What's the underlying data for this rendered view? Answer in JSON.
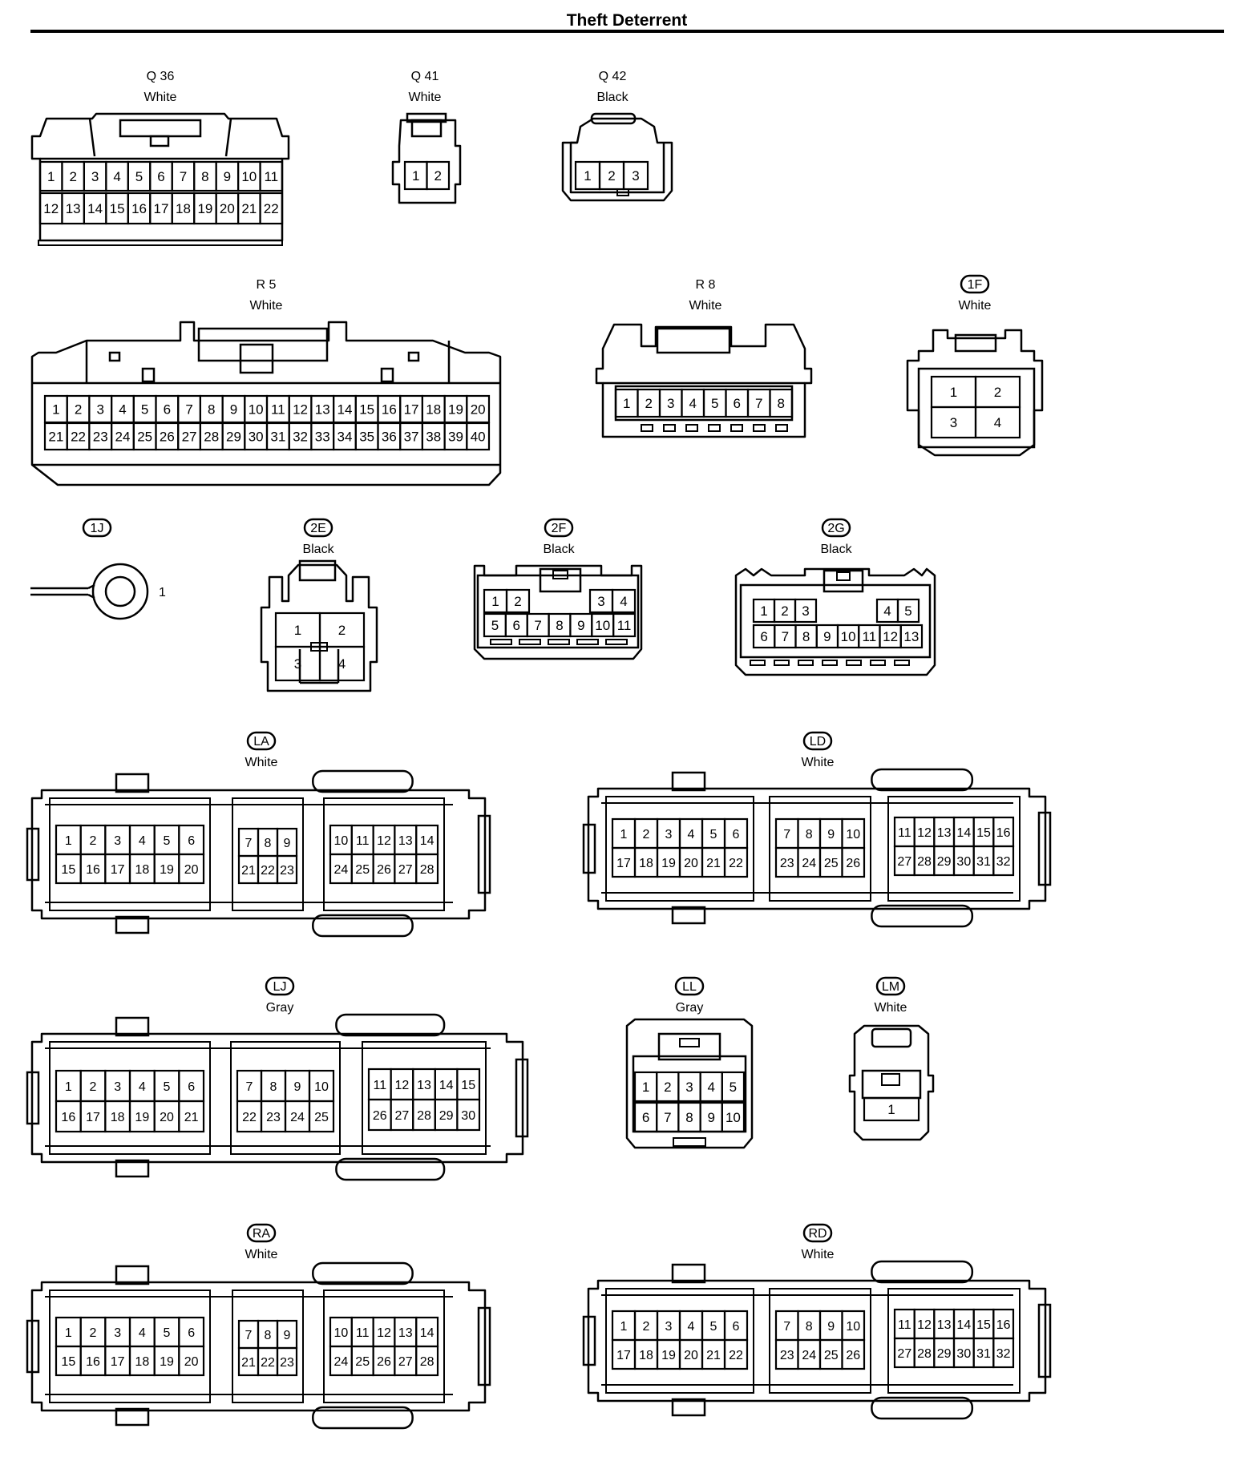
{
  "page": {
    "title": "Theft Deterrent"
  },
  "connectors": [
    {
      "id": "Q36",
      "code": "Q 36",
      "badge": false,
      "color": "White",
      "rows": [
        [
          "1",
          "2",
          "3",
          "4",
          "5",
          "6",
          "7",
          "8",
          "9",
          "10",
          "11"
        ],
        [
          "12",
          "13",
          "14",
          "15",
          "16",
          "17",
          "18",
          "19",
          "20",
          "21",
          "22"
        ]
      ]
    },
    {
      "id": "Q41",
      "code": "Q 41",
      "badge": false,
      "color": "White",
      "rows": [
        [
          "1",
          "2"
        ]
      ]
    },
    {
      "id": "Q42",
      "code": "Q 42",
      "badge": false,
      "color": "Black",
      "rows": [
        [
          "1",
          "2",
          "3"
        ]
      ]
    },
    {
      "id": "R5",
      "code": "R 5",
      "badge": false,
      "color": "White",
      "rows": [
        [
          "1",
          "2",
          "3",
          "4",
          "5",
          "6",
          "7",
          "8",
          "9",
          "10",
          "11",
          "12",
          "13",
          "14",
          "15",
          "16",
          "17",
          "18",
          "19",
          "20"
        ],
        [
          "21",
          "22",
          "23",
          "24",
          "25",
          "26",
          "27",
          "28",
          "29",
          "30",
          "31",
          "32",
          "33",
          "34",
          "35",
          "36",
          "37",
          "38",
          "39",
          "40"
        ]
      ]
    },
    {
      "id": "R8",
      "code": "R 8",
      "badge": false,
      "color": "White",
      "rows": [
        [
          "1",
          "2",
          "3",
          "4",
          "5",
          "6",
          "7",
          "8"
        ]
      ]
    },
    {
      "id": "1F",
      "code": "1F",
      "badge": true,
      "color": "White",
      "rows": [
        [
          "1",
          "2"
        ],
        [
          "3",
          "4"
        ]
      ]
    },
    {
      "id": "1J",
      "code": "1J",
      "badge": true,
      "color": "",
      "rows": [
        [
          "1"
        ]
      ]
    },
    {
      "id": "2E",
      "code": "2E",
      "badge": true,
      "color": "Black",
      "rows": [
        [
          "1",
          "2"
        ],
        [
          "3",
          "4"
        ]
      ]
    },
    {
      "id": "2F",
      "code": "2F",
      "badge": true,
      "color": "Black",
      "rows": [
        [
          "1",
          "2",
          "3",
          "4"
        ],
        [
          "5",
          "6",
          "7",
          "8",
          "9",
          "10",
          "11"
        ]
      ]
    },
    {
      "id": "2G",
      "code": "2G",
      "badge": true,
      "color": "Black",
      "rows": [
        [
          "1",
          "2",
          "3",
          "4",
          "5"
        ],
        [
          "6",
          "7",
          "8",
          "9",
          "10",
          "11",
          "12",
          "13"
        ]
      ]
    },
    {
      "id": "LA",
      "code": "LA",
      "badge": true,
      "color": "White",
      "blocks": [
        {
          "rows": [
            [
              "1",
              "2",
              "3",
              "4",
              "5",
              "6"
            ],
            [
              "15",
              "16",
              "17",
              "18",
              "19",
              "20"
            ]
          ]
        },
        {
          "rows": [
            [
              "7",
              "8",
              "9"
            ],
            [
              "21",
              "22",
              "23"
            ]
          ]
        },
        {
          "rows": [
            [
              "10",
              "11",
              "12",
              "13",
              "14"
            ],
            [
              "24",
              "25",
              "26",
              "27",
              "28"
            ]
          ]
        }
      ]
    },
    {
      "id": "LD",
      "code": "LD",
      "badge": true,
      "color": "White",
      "blocks": [
        {
          "rows": [
            [
              "1",
              "2",
              "3",
              "4",
              "5",
              "6"
            ],
            [
              "17",
              "18",
              "19",
              "20",
              "21",
              "22"
            ]
          ]
        },
        {
          "rows": [
            [
              "7",
              "8",
              "9",
              "10"
            ],
            [
              "23",
              "24",
              "25",
              "26"
            ]
          ]
        },
        {
          "rows": [
            [
              "11",
              "12",
              "13",
              "14",
              "15",
              "16"
            ],
            [
              "27",
              "28",
              "29",
              "30",
              "31",
              "32"
            ]
          ]
        }
      ]
    },
    {
      "id": "LJ",
      "code": "LJ",
      "badge": true,
      "color": "Gray",
      "blocks": [
        {
          "rows": [
            [
              "1",
              "2",
              "3",
              "4",
              "5",
              "6"
            ],
            [
              "16",
              "17",
              "18",
              "19",
              "20",
              "21"
            ]
          ]
        },
        {
          "rows": [
            [
              "7",
              "8",
              "9",
              "10"
            ],
            [
              "22",
              "23",
              "24",
              "25"
            ]
          ]
        },
        {
          "rows": [
            [
              "11",
              "12",
              "13",
              "14",
              "15"
            ],
            [
              "26",
              "27",
              "28",
              "29",
              "30"
            ]
          ]
        }
      ]
    },
    {
      "id": "LL",
      "code": "LL",
      "badge": true,
      "color": "Gray",
      "rows": [
        [
          "1",
          "2",
          "3",
          "4",
          "5"
        ],
        [
          "6",
          "7",
          "8",
          "9",
          "10"
        ]
      ]
    },
    {
      "id": "LM",
      "code": "LM",
      "badge": true,
      "color": "White",
      "rows": [
        [
          "1"
        ]
      ]
    },
    {
      "id": "RA",
      "code": "RA",
      "badge": true,
      "color": "White",
      "blocks": [
        {
          "rows": [
            [
              "1",
              "2",
              "3",
              "4",
              "5",
              "6"
            ],
            [
              "15",
              "16",
              "17",
              "18",
              "19",
              "20"
            ]
          ]
        },
        {
          "rows": [
            [
              "7",
              "8",
              "9"
            ],
            [
              "21",
              "22",
              "23"
            ]
          ]
        },
        {
          "rows": [
            [
              "10",
              "11",
              "12",
              "13",
              "14"
            ],
            [
              "24",
              "25",
              "26",
              "27",
              "28"
            ]
          ]
        }
      ]
    },
    {
      "id": "RD",
      "code": "RD",
      "badge": true,
      "color": "White",
      "blocks": [
        {
          "rows": [
            [
              "1",
              "2",
              "3",
              "4",
              "5",
              "6"
            ],
            [
              "17",
              "18",
              "19",
              "20",
              "21",
              "22"
            ]
          ]
        },
        {
          "rows": [
            [
              "7",
              "8",
              "9",
              "10"
            ],
            [
              "23",
              "24",
              "25",
              "26"
            ]
          ]
        },
        {
          "rows": [
            [
              "11",
              "12",
              "13",
              "14",
              "15",
              "16"
            ],
            [
              "27",
              "28",
              "29",
              "30",
              "31",
              "32"
            ]
          ]
        }
      ]
    }
  ]
}
